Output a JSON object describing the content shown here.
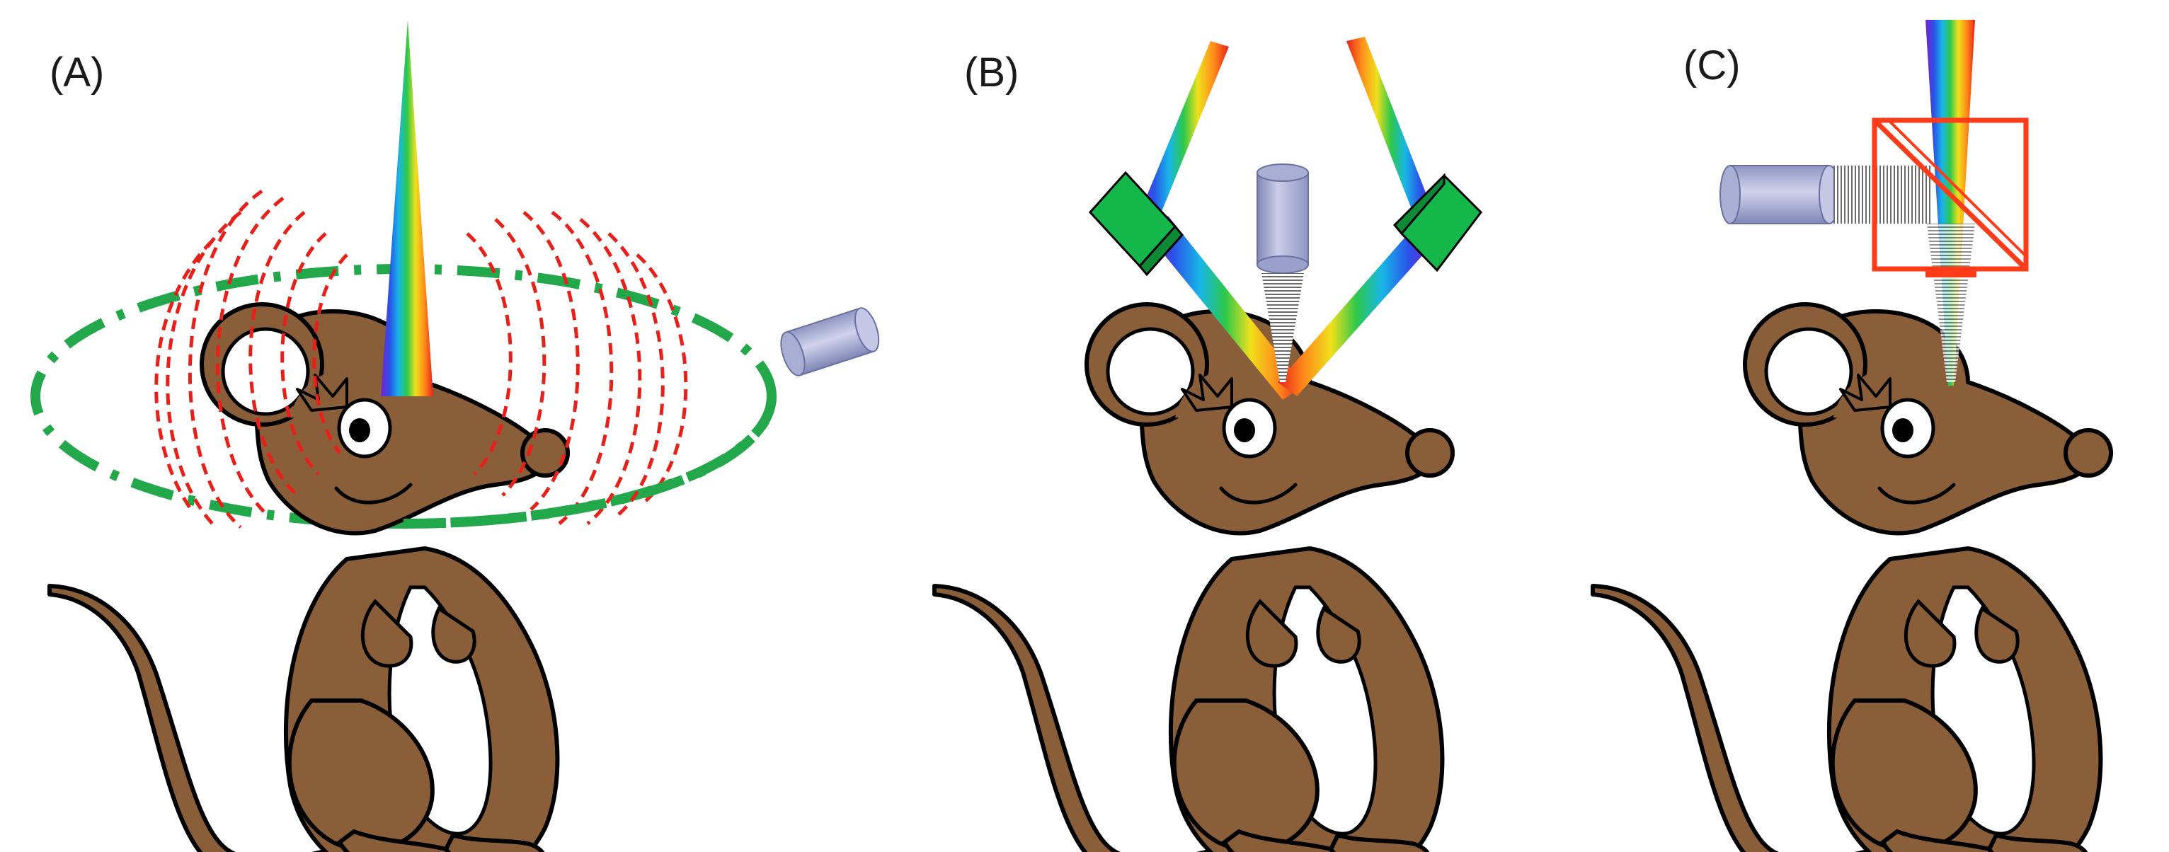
{
  "panels": [
    {
      "label": "(A)"
    },
    {
      "label": "(B)"
    },
    {
      "label": "(C)"
    }
  ],
  "colors": {
    "mouse_fur": "#8B5E3A",
    "outline": "#000000",
    "belly": "#ffffff",
    "detector": "#9da3c9",
    "ultrasound_waves": "#e8201a",
    "field_ellipse": "#22a84a",
    "mirror": "#14b84a",
    "beamsplitter": "#ff3b1a",
    "beam_spectrum": [
      "#7a1fd0",
      "#2a52e8",
      "#18b6e8",
      "#2cc84a",
      "#f0e01c",
      "#ff8c1a",
      "#e8201a"
    ]
  },
  "icons": {
    "mouse": "cartoon-mouse-icon",
    "detector": "cylinder-detector-icon",
    "mirror": "mirror-icon",
    "beamsplitter": "beamsplitter-cube-icon"
  }
}
